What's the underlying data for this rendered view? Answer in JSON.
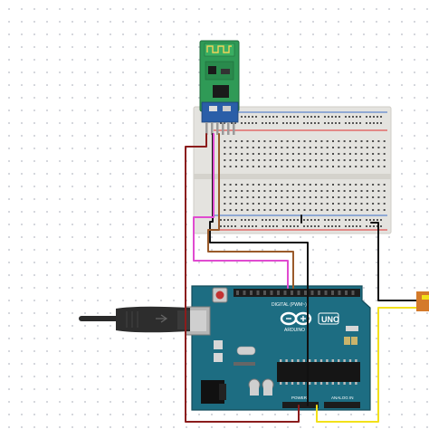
{
  "board": {
    "logo_brand": "ARDUINO",
    "model": "UNO",
    "digital_label": "DIGITAL (PWM~)",
    "power_label": "POWER",
    "analog_label": "ANALOG IN"
  },
  "colors": {
    "breadboard": "#e4e3df",
    "rail_red": "#e02f2f",
    "rail_blue": "#3c6fc9",
    "arduino": "#1d6d82",
    "bt_module": "#2f9a56",
    "wire_red": "#8b1c1c",
    "wire_pink": "#e04bd0",
    "wire_brown": "#9a5a2a",
    "wire_black": "#111111",
    "wire_yellow": "#f2e01a",
    "usb_cable": "#2a2a2a"
  },
  "icons": [
    "bluetooth-antenna-icon",
    "arduino-infinity-logo-icon",
    "usb-plug-icon"
  ]
}
